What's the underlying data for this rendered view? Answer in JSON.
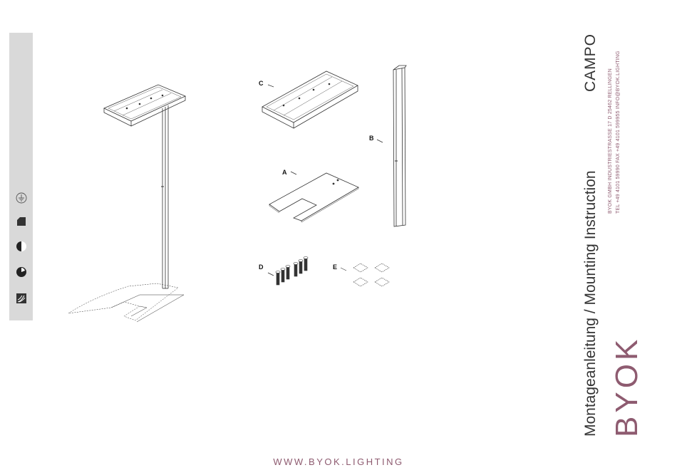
{
  "sidebar": {
    "icons": [
      "earth-ground-icon",
      "dark-square-icon",
      "half-circle-icon",
      "dial-icon",
      "wave-sensor-icon"
    ]
  },
  "parts": {
    "a": "A",
    "b": "B",
    "c": "C",
    "d": "D",
    "e": "E"
  },
  "brand": "BYOK",
  "document_title": "Montageanleitung / Mounting Instruction",
  "product_name": "CAMPO",
  "company": {
    "line1": "BYOK GMBH      INDUSTRIESTRASSE 17      D 25462 RELLINGEN",
    "line2": "TEL +49 4101 59990   FAX +49 4101 599955    INFO@BYOK.LIGHTING"
  },
  "website": "WWW.BYOK.LIGHTING",
  "colors": {
    "accent": "#8e5b70",
    "sidebar": "#d9d9d9",
    "line": "#333333"
  }
}
